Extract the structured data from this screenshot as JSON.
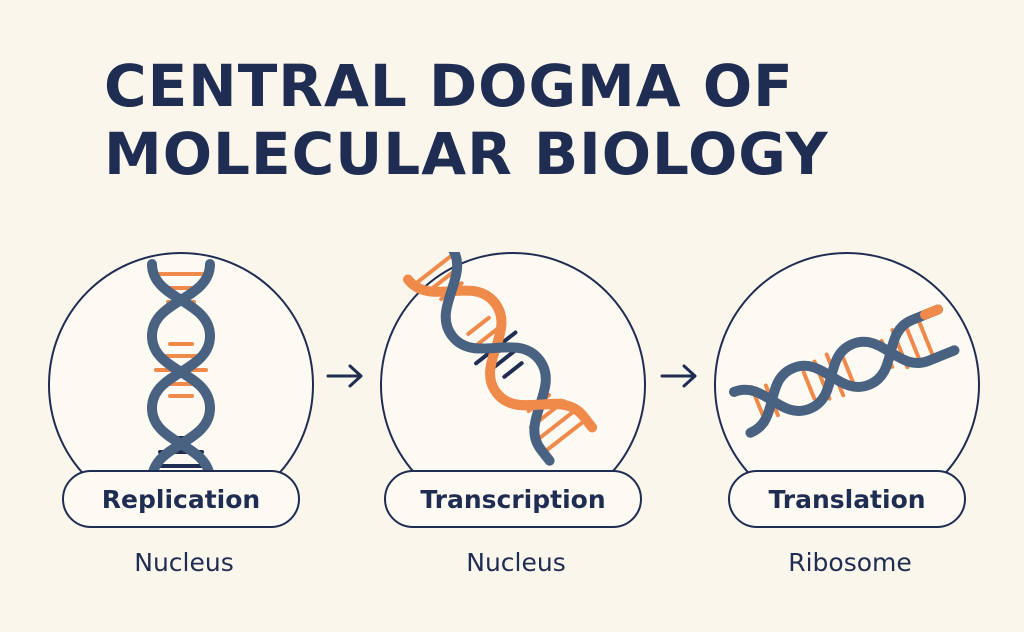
{
  "title": {
    "line1": "CENTRAL DOGMA OF",
    "line2": "MOLECULAR BIOLOGY"
  },
  "colors": {
    "navy": "#1f2d52",
    "strand_blue": "#4a6282",
    "orange": "#f08a4b",
    "background": "#fbf6ec"
  },
  "stages": [
    {
      "label": "Replication",
      "location": "Nucleus",
      "icon": "dna-vertical-icon"
    },
    {
      "label": "Transcription",
      "location": "Nucleus",
      "icon": "dna-diagonal-icon"
    },
    {
      "label": "Translation",
      "location": "Ribosome",
      "icon": "dna-horizontal-icon"
    }
  ],
  "arrows": [
    "arrow-right-icon",
    "arrow-right-icon"
  ]
}
